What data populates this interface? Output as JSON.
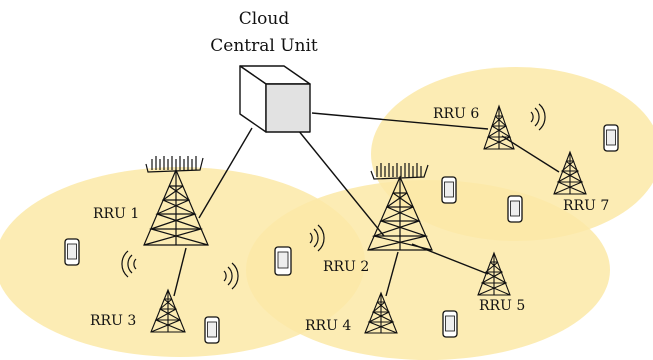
{
  "diagram": {
    "cloud_title": "Cloud",
    "cloud_subtitle": "Central Unit",
    "rru": {
      "r1": "RRU 1",
      "r2": "RRU 2",
      "r3": "RRU 3",
      "r4": "RRU 4",
      "r5": "RRU 5",
      "r6": "RRU 6",
      "r7": "RRU 7"
    },
    "colors": {
      "coverage_fill": "#fbe9a7",
      "coverage_overlap": "#f8dc80",
      "cube_side": "#e2e2e2",
      "line": "#111111"
    },
    "icons": {
      "cloud_unit": "cube-icon",
      "tower": "antenna-tower-icon",
      "device": "mobile-phone-icon",
      "signal": "wireless-signal-icon"
    }
  }
}
